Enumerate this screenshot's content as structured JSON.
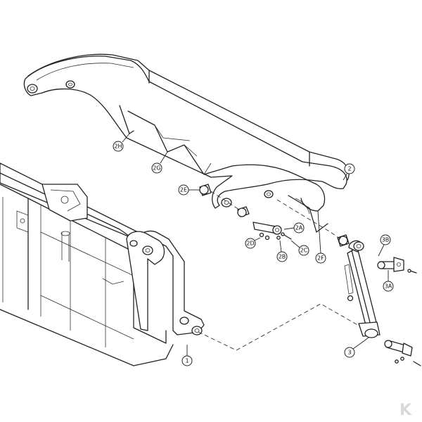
{
  "callouts": [
    {
      "id": "c1",
      "label": "1"
    },
    {
      "id": "c2",
      "label": "2"
    },
    {
      "id": "c2a",
      "label": "2A"
    },
    {
      "id": "c2b",
      "label": "2B"
    },
    {
      "id": "c2c",
      "label": "2C"
    },
    {
      "id": "c2d",
      "label": "2D"
    },
    {
      "id": "c2e",
      "label": "2E"
    },
    {
      "id": "c2f",
      "label": "2F"
    },
    {
      "id": "c2g",
      "label": "2G"
    },
    {
      "id": "c2h",
      "label": "2H"
    },
    {
      "id": "c3",
      "label": "3"
    },
    {
      "id": "c3a",
      "label": "3A"
    },
    {
      "id": "c3b",
      "label": "3B"
    }
  ],
  "logo": {
    "text": "K",
    "color": "#d9d9d9"
  },
  "colors": {
    "line": "#222222",
    "background": "#ffffff"
  }
}
